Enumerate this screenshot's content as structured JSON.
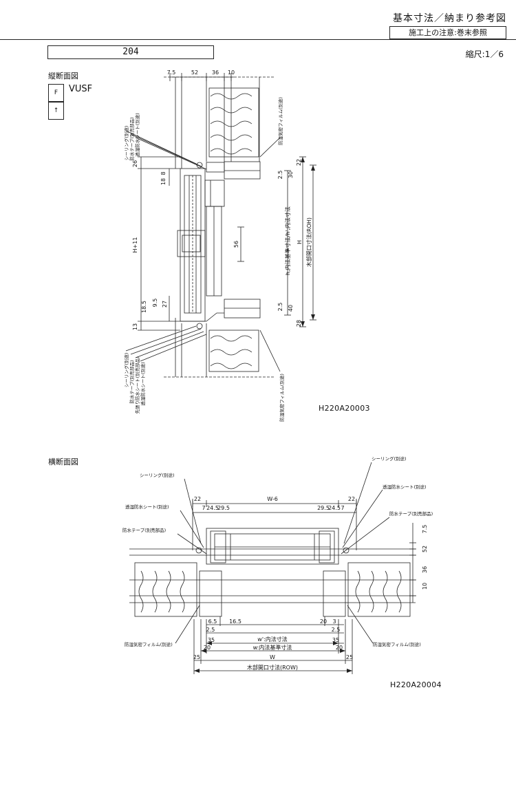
{
  "header": {
    "title": "基本寸法／納まり参考図",
    "note": "施工上の注意:巻末参照",
    "model": "204",
    "scale": "縮尺:1／6"
  },
  "vertical": {
    "label": "縦断面図",
    "product": "VUSF",
    "legend_top": "F",
    "legend_bottom": "↑",
    "code": "H220A20003",
    "top_dims": [
      "7.5",
      "52",
      "36",
      "10"
    ],
    "left_dims": [
      "26",
      "8",
      "18",
      "H+11",
      "18.5",
      "9.5",
      "27",
      "13"
    ],
    "right_dims": [
      "22",
      "2.5",
      "30",
      "56",
      "2.5",
      "40",
      "28"
    ],
    "h_inner": "h,内法基準寸法/h',内法寸法",
    "h_label": "H",
    "h_rough": "木部開口寸法(ROH)",
    "labels_top": [
      "シーリング(別途)",
      "防水テープ(別売部品)",
      "透湿防水シート(別途)"
    ],
    "label_film_top": "防湿気密フィルム(別途)",
    "labels_bottom": [
      "シーリング(別途)",
      "防水テープ(別売部品)",
      "先張り防水シート(別売部品)",
      "透湿防水シート(別途)"
    ],
    "label_film_bottom": "防湿気密フィルム(別途)"
  },
  "horizontal": {
    "label": "横断面図",
    "code": "H220A20004",
    "labels_left": [
      "シーリング(別途)",
      "透湿防水シート(別途)",
      "防水テープ(別売部品)",
      "防湿気密フィルム(別途)"
    ],
    "labels_right": [
      "シーリング(別途)",
      "透湿防水シート(別途)",
      "防水テープ(別売部品)",
      "防湿気密フィルム(別途)"
    ],
    "top_dims": [
      "22",
      "W-6",
      "22",
      "7",
      "24.5",
      "29.5",
      "29.5",
      "24.5",
      "7"
    ],
    "right_dims": [
      "7.5",
      "52",
      "36",
      "10"
    ],
    "bottom_dims": [
      "6.5",
      "16.5",
      "20",
      "3",
      "2.5",
      "2.5",
      "35",
      "35",
      "20",
      "20",
      "25",
      "25"
    ],
    "w_inner": "w':内法寸法",
    "w_basic": "w:内法基準寸法",
    "w_label": "W",
    "w_rough": "木部開口寸法(ROW)"
  }
}
